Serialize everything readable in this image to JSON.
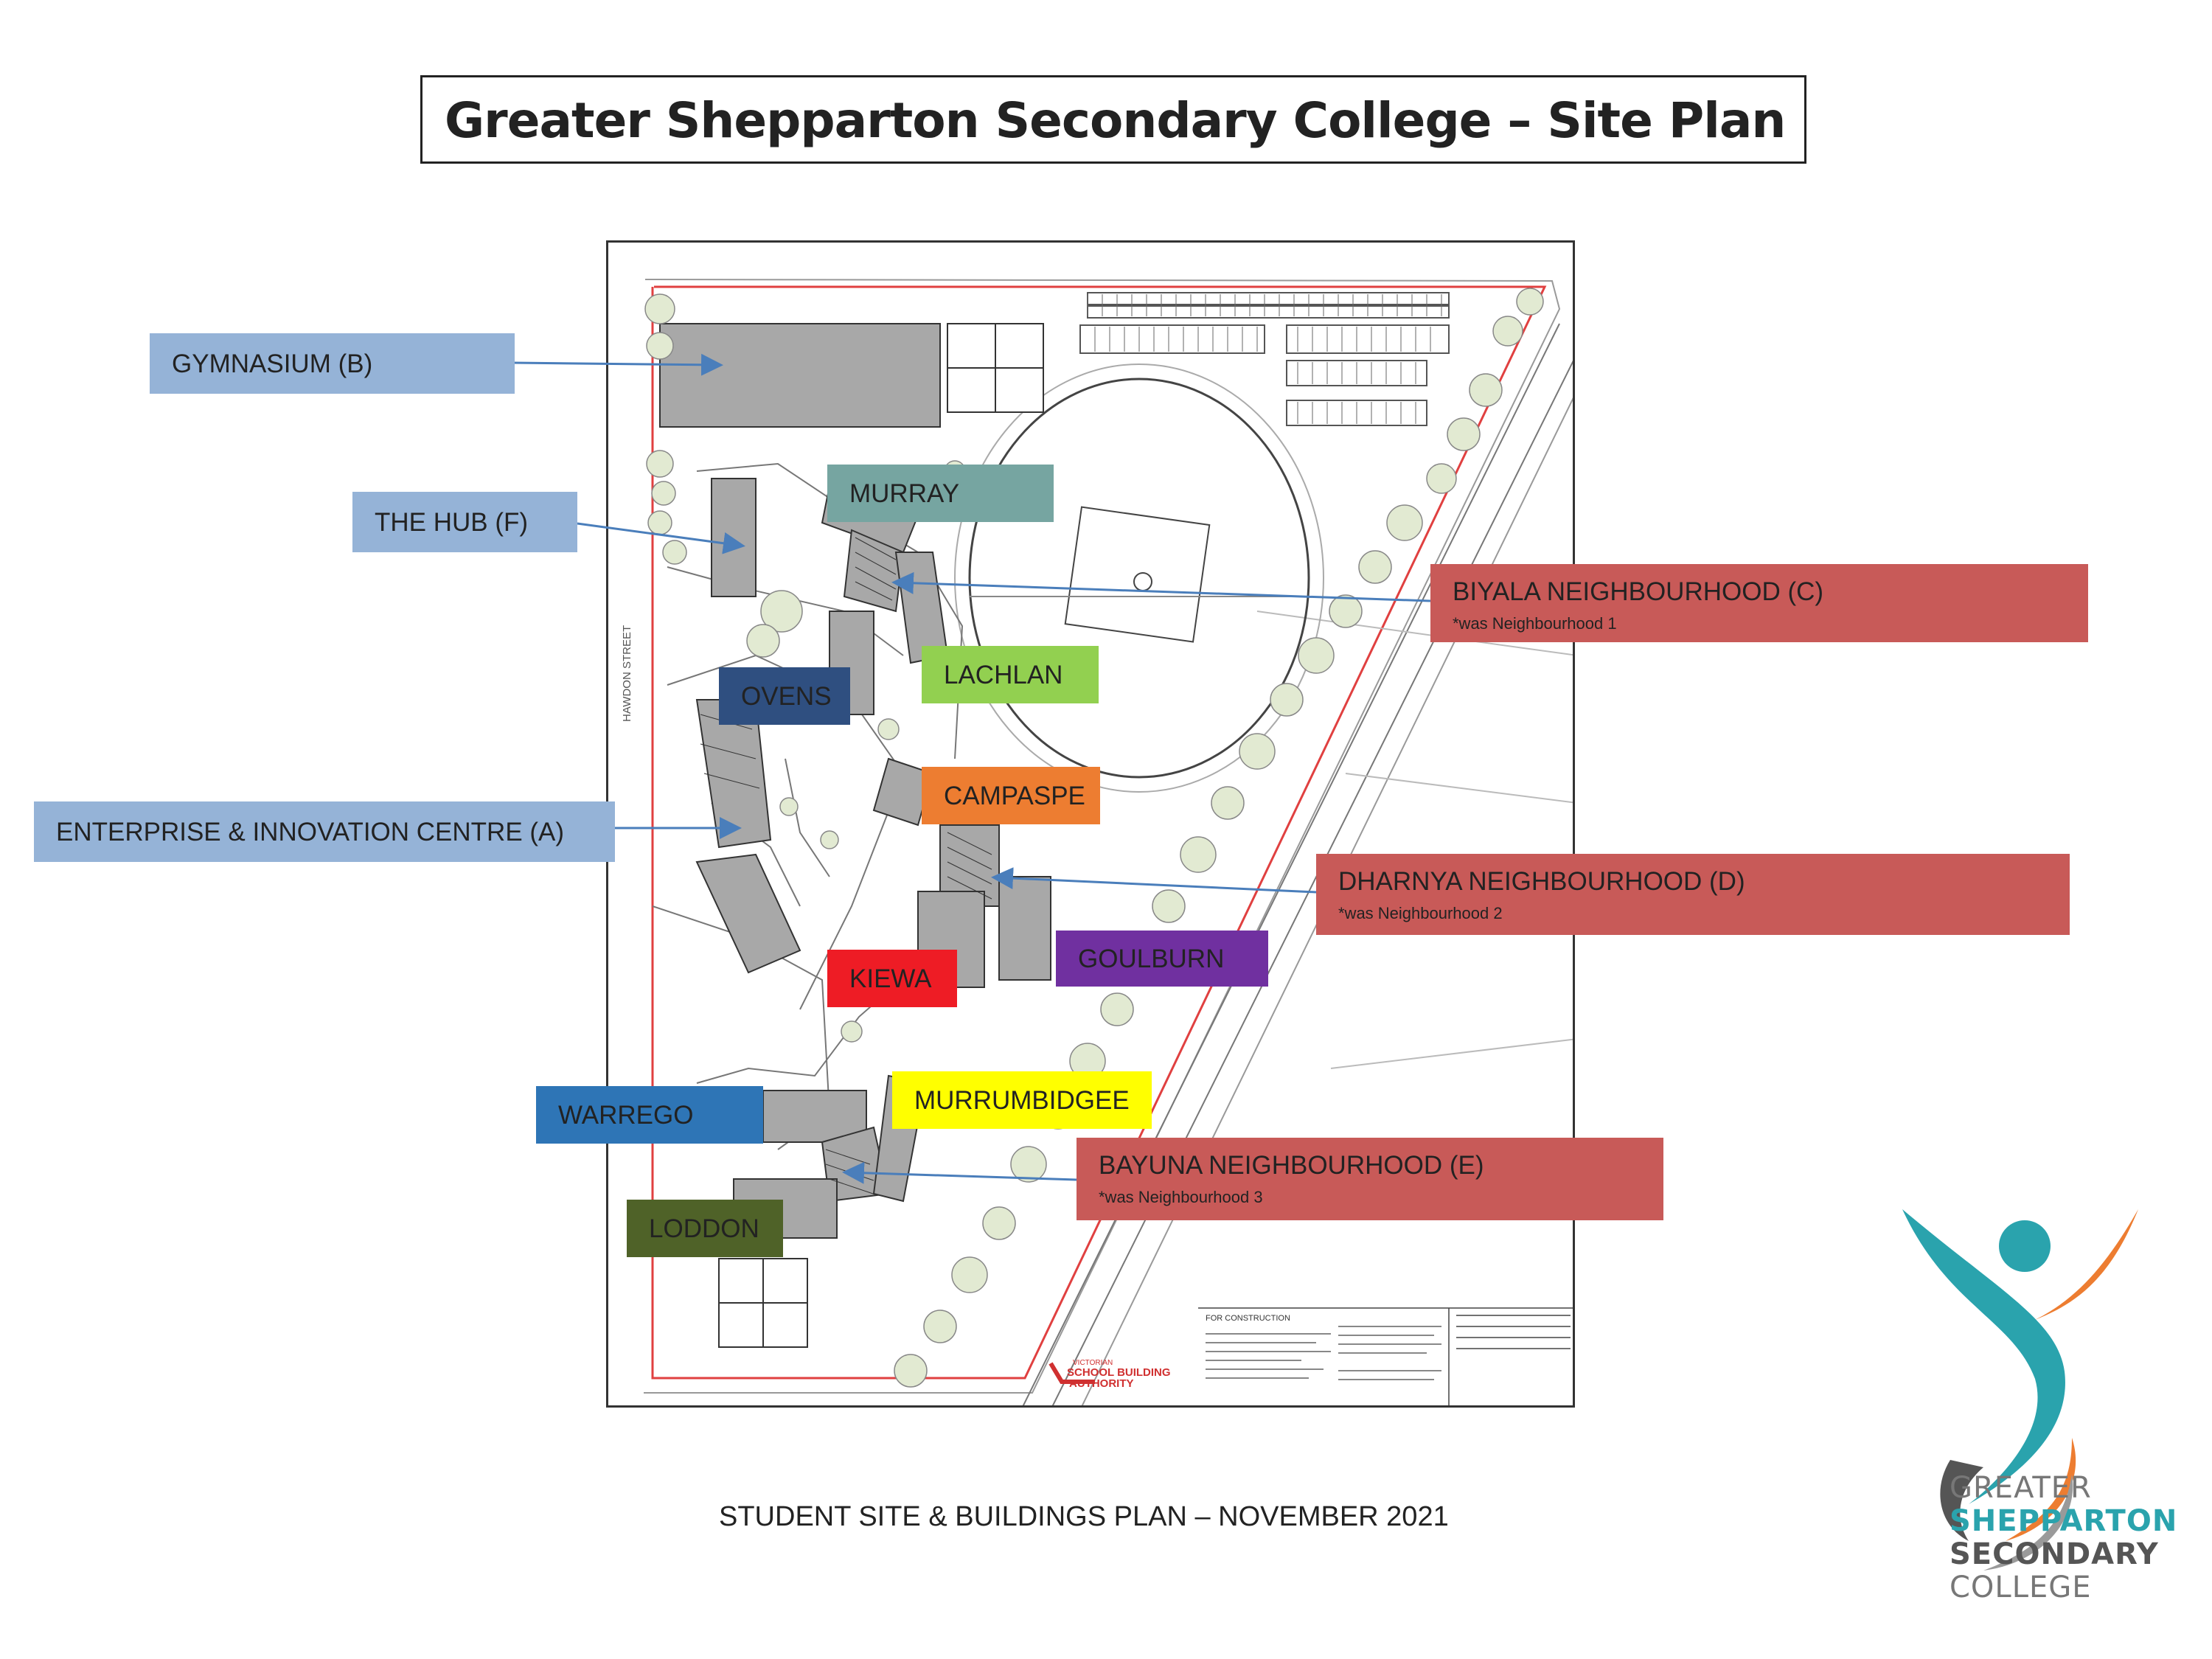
{
  "title": "Greater Shepparton Secondary College – Site Plan",
  "footer": "STUDENT SITE & BUILDINGS PLAN – NOVEMBER 2021",
  "labels": {
    "gymnasium": "GYMNASIUM (B)",
    "hub": "THE HUB (F)",
    "enterprise": "ENTERPRISE & INNOVATION CENTRE (A)",
    "murray": "MURRAY",
    "lachlan": "LACHLAN",
    "ovens": "OVENS",
    "campaspe": "CAMPASPE",
    "goulburn": "GOULBURN",
    "kiewa": "KIEWA",
    "murrumbidgee": "MURRUMBIDGEE",
    "warrego": "WARREGO",
    "loddon": "LODDON"
  },
  "neighbourhoods": {
    "biyala": {
      "name": "BIYALA NEIGHBOURHOOD (C)",
      "note": "*was Neighbourhood 1"
    },
    "dharnya": {
      "name": "DHARNYA NEIGHBOURHOOD (D)",
      "note": "*was Neighbourhood 2"
    },
    "bayuna": {
      "name": "BAYUNA NEIGHBOURHOOD (E)",
      "note": "*was Neighbourhood 3"
    }
  },
  "plan": {
    "street": "HAWDON STREET",
    "authority_line1": "VICTORIAN",
    "authority_line2": "SCHOOL BUILDING",
    "authority_line3": "AUTHORITY",
    "construction": "FOR CONSTRUCTION"
  },
  "logo": {
    "line1": "GREATER",
    "line2": "SHEPPARTON",
    "line3": "SECONDARY",
    "line4": "COLLEGE"
  },
  "colors": {
    "blue_label": "#95b3d7",
    "teal": "#76a5a1",
    "green": "#92d050",
    "navy": "#2f4f80",
    "orange": "#ed7d31",
    "purple": "#7030a0",
    "red": "#ee1c25",
    "yellow": "#ffff00",
    "mid_blue": "#2e75b6",
    "olive": "#4f6228",
    "neighbourhood": "#c85a58",
    "arrow": "#4a7ebb"
  }
}
